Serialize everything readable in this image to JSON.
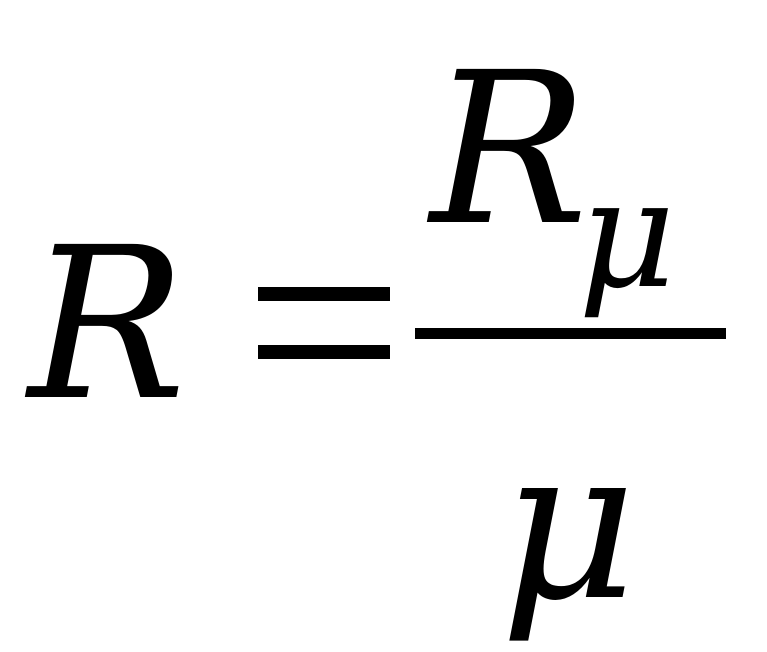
{
  "formula": {
    "lhs": "R",
    "numerator": {
      "base": "R",
      "subscript": "μ"
    },
    "denominator": "μ"
  }
}
